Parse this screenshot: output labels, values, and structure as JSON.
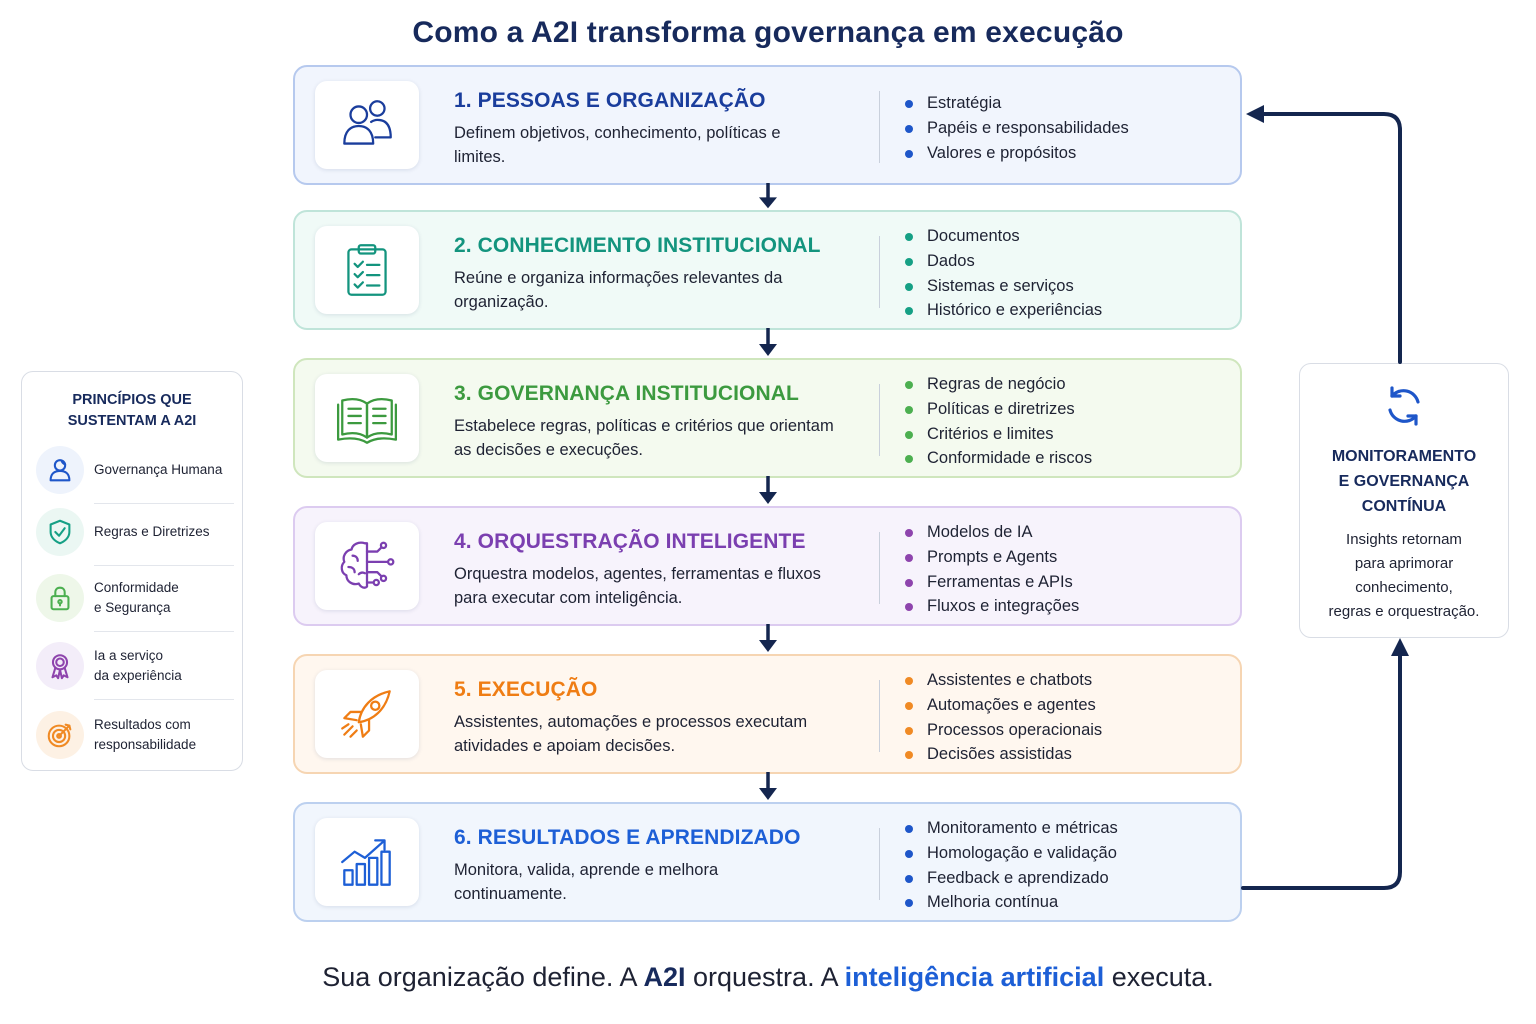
{
  "title": "Como a A2I transforma governança em execução",
  "steps": [
    {
      "title": "1. PESSOAS E ORGANIZAÇÃO",
      "desc": "Definem objetivos, conhecimento, políticas e limites.",
      "items": [
        "Estratégia",
        "Papéis e responsabilidades",
        "Valores e propósitos"
      ],
      "icon": "people-icon",
      "color": "#1a3d9c",
      "bg": "#f1f5fd",
      "border": "#b6c9ee",
      "dot": "#1e56c9"
    },
    {
      "title": "2. CONHECIMENTO INSTITUCIONAL",
      "desc": "Reúne e organiza informações relevantes da organização.",
      "items": [
        "Documentos",
        "Dados",
        "Sistemas e serviços",
        "Histórico e experiências"
      ],
      "icon": "clipboard-icon",
      "color": "#13947e",
      "bg": "#f0faf7",
      "border": "#bfe4d9",
      "dot": "#16a085"
    },
    {
      "title": "3. GOVERNANÇA INSTITUCIONAL",
      "desc": "Estabelece regras, políticas e critérios que orientam as decisões e execuções.",
      "items": [
        "Regras de negócio",
        "Políticas e diretrizes",
        "Critérios e limites",
        "Conformidade e riscos"
      ],
      "icon": "book-icon",
      "color": "#3c9a3f",
      "bg": "#f4faef",
      "border": "#cfe6bd",
      "dot": "#4caf50"
    },
    {
      "title": "4. ORQUESTRAÇÃO INTELIGENTE",
      "desc": "Orquestra modelos, agentes, ferramentas e fluxos para executar com inteligência.",
      "items": [
        "Modelos de IA",
        "Prompts e Agents",
        "Ferramentas e APIs",
        "Fluxos e integrações"
      ],
      "icon": "brain-circuit-icon",
      "color": "#7b3fb0",
      "bg": "#f7f3fc",
      "border": "#dccbf0",
      "dot": "#8e44ad"
    },
    {
      "title": "5. EXECUÇÃO",
      "desc": "Assistentes, automações e processos executam atividades e apoiam decisões.",
      "items": [
        "Assistentes e chatbots",
        "Automações e agentes",
        "Processos operacionais",
        "Decisões assistidas"
      ],
      "icon": "rocket-icon",
      "color": "#ef7d14",
      "bg": "#fff7ef",
      "border": "#f6d5b2",
      "dot": "#f08a24"
    },
    {
      "title": "6. RESULTADOS E APRENDIZADO",
      "desc": "Monitora, valida, aprende e melhora continuamente.",
      "items": [
        "Monitoramento e métricas",
        "Homologação e validação",
        "Feedback e aprendizado",
        "Melhoria contínua"
      ],
      "icon": "growth-chart-icon",
      "color": "#1d5fd6",
      "bg": "#f1f6fd",
      "border": "#bcd0ef",
      "dot": "#1e56c9"
    }
  ],
  "principles": {
    "title": "PRINCÍPIOS QUE\nSUSTENTAM A A2I",
    "items": [
      {
        "label": "Governança Humana",
        "icon": "person-icon",
        "color": "#1e56c9",
        "bg": "#eef3fc"
      },
      {
        "label": "Regras e Diretrizes",
        "icon": "shield-check-icon",
        "color": "#16a085",
        "bg": "#ebf7f3"
      },
      {
        "label": "Conformidade\ne Segurança",
        "icon": "lock-icon",
        "color": "#4caf50",
        "bg": "#eef7e9"
      },
      {
        "label": "Ia a serviço\nda experiência",
        "icon": "award-icon",
        "color": "#8e44ad",
        "bg": "#f3edf9"
      },
      {
        "label": "Resultados com\nresponsabilidade",
        "icon": "target-icon",
        "color": "#f08a24",
        "bg": "#fdf1e4"
      }
    ]
  },
  "monitor": {
    "title": "MONITORAMENTO\nE GOVERNANÇA\nCONTÍNUA",
    "desc": "Insights retornam\npara aprimorar\nconhecimento,\nregras e orquestração.",
    "icon": "refresh-cycle-icon",
    "color": "#1e56c9"
  },
  "tagline": {
    "part1": "Sua organização define. A ",
    "bold1": "A2I",
    "part2": " orquestra. A ",
    "bold2": "inteligência artificial",
    "part3": " executa."
  },
  "colors": {
    "navy": "#172a5c",
    "arrow": "#14264f"
  }
}
